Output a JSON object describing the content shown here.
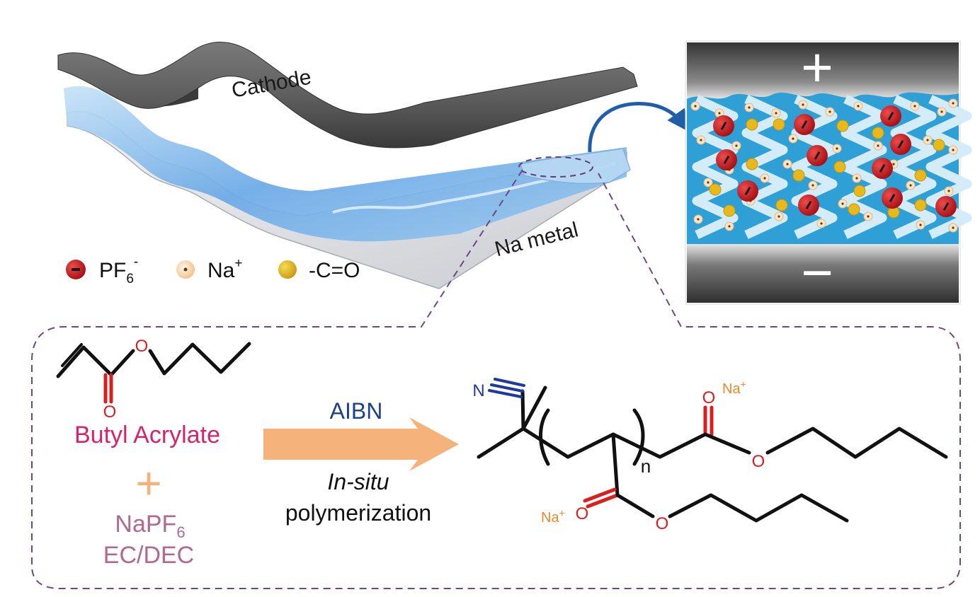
{
  "battery": {
    "cathode_label": "Cathode",
    "anode_label": "Na metal"
  },
  "legend": {
    "items": [
      {
        "name": "PF6-",
        "label_main": "PF",
        "label_sub": "6",
        "label_sup": "-",
        "color": "#c0161b"
      },
      {
        "name": "Na+",
        "label_main": "Na",
        "label_sup": "+",
        "color": "#f6cf9e"
      },
      {
        "name": "-C=O",
        "label_main": "-C=O",
        "color": "#e7b91c"
      }
    ]
  },
  "inset": {
    "plus_sign": "+",
    "minus_sign": "−",
    "colors": {
      "electrolyte": "#2ea0d6",
      "chain": "#d3ecf8",
      "anion": "#c0161b",
      "carbonyl": "#e7b91c",
      "cation": "#fbe4c7"
    }
  },
  "reaction": {
    "monomer_name": "Butyl Acrylate",
    "plus": "+",
    "salt_main": "NaPF",
    "salt_sub": "6",
    "solvent": "EC/DEC",
    "initiator": "AIBN",
    "process_italic": "In-situ",
    "process": "polymerization",
    "atoms": {
      "oxygen": "O",
      "nitrogen": "N",
      "repeat_n": "n",
      "na_main": "Na",
      "na_sup": "+"
    },
    "colors": {
      "monomer_name": "#d4246e",
      "plus": "#f4b37a",
      "salt": "#b06a92",
      "initiator": "#1f3f8f",
      "arrow": "#f6b27b",
      "oxygen": "#d9201e",
      "nitrogen": "#1e3a9a",
      "na": "#e8892d",
      "box_border": "#6b4a83"
    }
  }
}
